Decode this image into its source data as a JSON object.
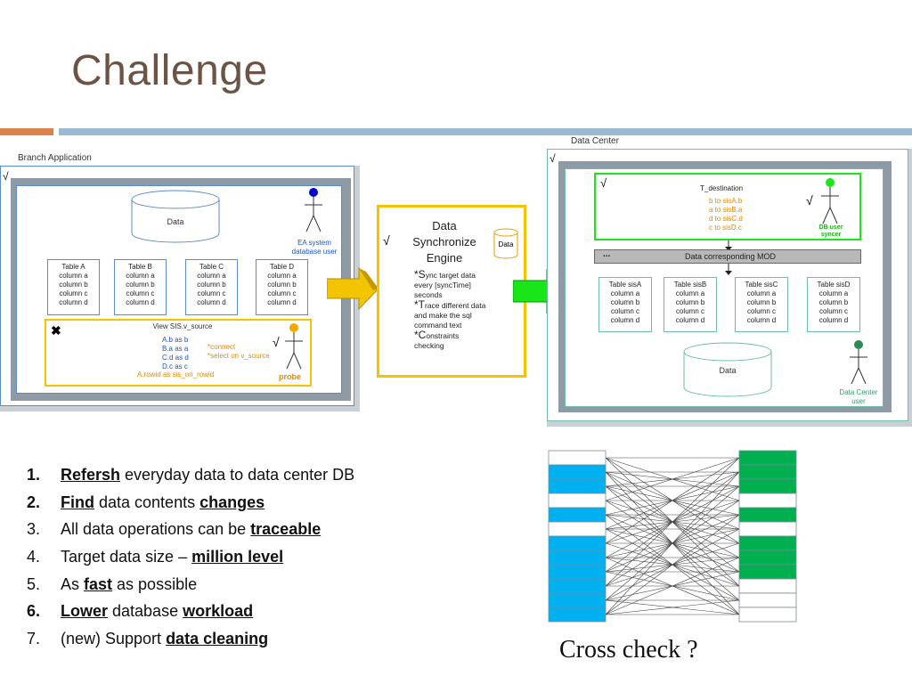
{
  "slide": {
    "title": "Challenge"
  },
  "colors": {
    "title": "#6b5446",
    "accent_orange": "#d9834a",
    "accent_blue": "#9ab9d3",
    "branch_blue": "#5b8ec7",
    "engine_yellow": "#f2c500",
    "green": "#00b050"
  },
  "diagram": {
    "branch": {
      "label": "Branch Application",
      "check": "√",
      "db_label": "Data",
      "actor_label_line1": "EA system",
      "actor_label_line2": "database user",
      "tables": [
        {
          "name": "Table A",
          "cols": [
            "column a",
            "column b",
            "column c",
            "column d"
          ]
        },
        {
          "name": "Table B",
          "cols": [
            "column a",
            "column b",
            "column c",
            "column d"
          ]
        },
        {
          "name": "Table C",
          "cols": [
            "column a",
            "column b",
            "column c",
            "column d"
          ]
        },
        {
          "name": "Table D",
          "cols": [
            "column a",
            "column b",
            "column c",
            "column d"
          ]
        }
      ],
      "view": {
        "mark": "✖",
        "title": "View SIS.v_source",
        "mappings": [
          "A.b as b",
          "B.a as a",
          "C.d as d",
          "D.c as c"
        ],
        "rowid": "A.rowid as sis_ori_rowid",
        "notes": [
          "*connect",
          "*select on v_source"
        ],
        "check": "√",
        "probe_label": "probe"
      }
    },
    "engine": {
      "check": "√",
      "title_line1": "Data",
      "title_line2": "Synchronize",
      "title_line3": "Engine",
      "db_label": "Data",
      "items": [
        {
          "star": "*S",
          "text1": "ync target data",
          "text2": "every [syncTime]",
          "text3": "seconds"
        },
        {
          "star": "*T",
          "text1": "race different data",
          "text2": "and make the sql",
          "text3": "command text"
        },
        {
          "star": "*C",
          "text1": "onstraints",
          "text2": "checking",
          "text3": ""
        }
      ]
    },
    "datacenter": {
      "label": "Data Center",
      "check": "√",
      "dest": {
        "check": "√",
        "title": "T_destination",
        "mappings": [
          "b to sisA.b",
          "a to sisB.a",
          "d to sisC.d",
          "c to sisD.c"
        ],
        "actor_check": "√",
        "actor_line1": "DB user",
        "actor_line2": "syncer"
      },
      "mod_dots": "...",
      "mod_label": "Data corresponding MOD",
      "tables": [
        {
          "name": "Table sisA",
          "cols": [
            "column a",
            "column b",
            "column c",
            "column d"
          ]
        },
        {
          "name": "Table sisB",
          "cols": [
            "column a",
            "column b",
            "column c",
            "column d"
          ]
        },
        {
          "name": "Table sisC",
          "cols": [
            "column a",
            "column b",
            "column c",
            "column d"
          ]
        },
        {
          "name": "Table sisD",
          "cols": [
            "column a",
            "column b",
            "column c",
            "column d"
          ]
        }
      ],
      "db_label": "Data",
      "user_line1": "Data Center",
      "user_line2": "user"
    }
  },
  "requirements": [
    {
      "num": "1.",
      "parts": [
        {
          "t": "Refersh",
          "u": true,
          "b": true
        },
        {
          "t": " everyday data to data center DB"
        }
      ]
    },
    {
      "num": "2.",
      "parts": [
        {
          "t": "Find",
          "u": true,
          "b": true
        },
        {
          "t": " data contents "
        },
        {
          "t": "changes",
          "u": true,
          "b": true
        }
      ]
    },
    {
      "num": "3.",
      "parts": [
        {
          "t": "All data operations can be "
        },
        {
          "t": "traceable",
          "u": true,
          "b": true
        }
      ]
    },
    {
      "num": "4.",
      "parts": [
        {
          "t": "Target data size – "
        },
        {
          "t": "million level",
          "u": true,
          "b": true
        }
      ]
    },
    {
      "num": "5.",
      "parts": [
        {
          "t": "As "
        },
        {
          "t": "fast",
          "u": true,
          "b": true
        },
        {
          "t": " as possible"
        }
      ]
    },
    {
      "num": "6.",
      "parts": [
        {
          "t": "Lower",
          "u": true,
          "b": true
        },
        {
          "t": " database "
        },
        {
          "t": "workload",
          "u": true,
          "b": true
        }
      ]
    },
    {
      "num": "7.",
      "parts": [
        {
          "t": "(new) Support "
        },
        {
          "t": "data cleaning",
          "u": true,
          "b": true
        }
      ]
    }
  ],
  "crosscheck": {
    "caption": "Cross check ?",
    "left_rows": [
      "w",
      "b",
      "b",
      "w",
      "b",
      "w",
      "b",
      "b",
      "b",
      "b",
      "b",
      "b"
    ],
    "right_rows": [
      "g",
      "g",
      "g",
      "w",
      "g",
      "w",
      "g",
      "g",
      "g",
      "w",
      "w",
      "w"
    ]
  }
}
